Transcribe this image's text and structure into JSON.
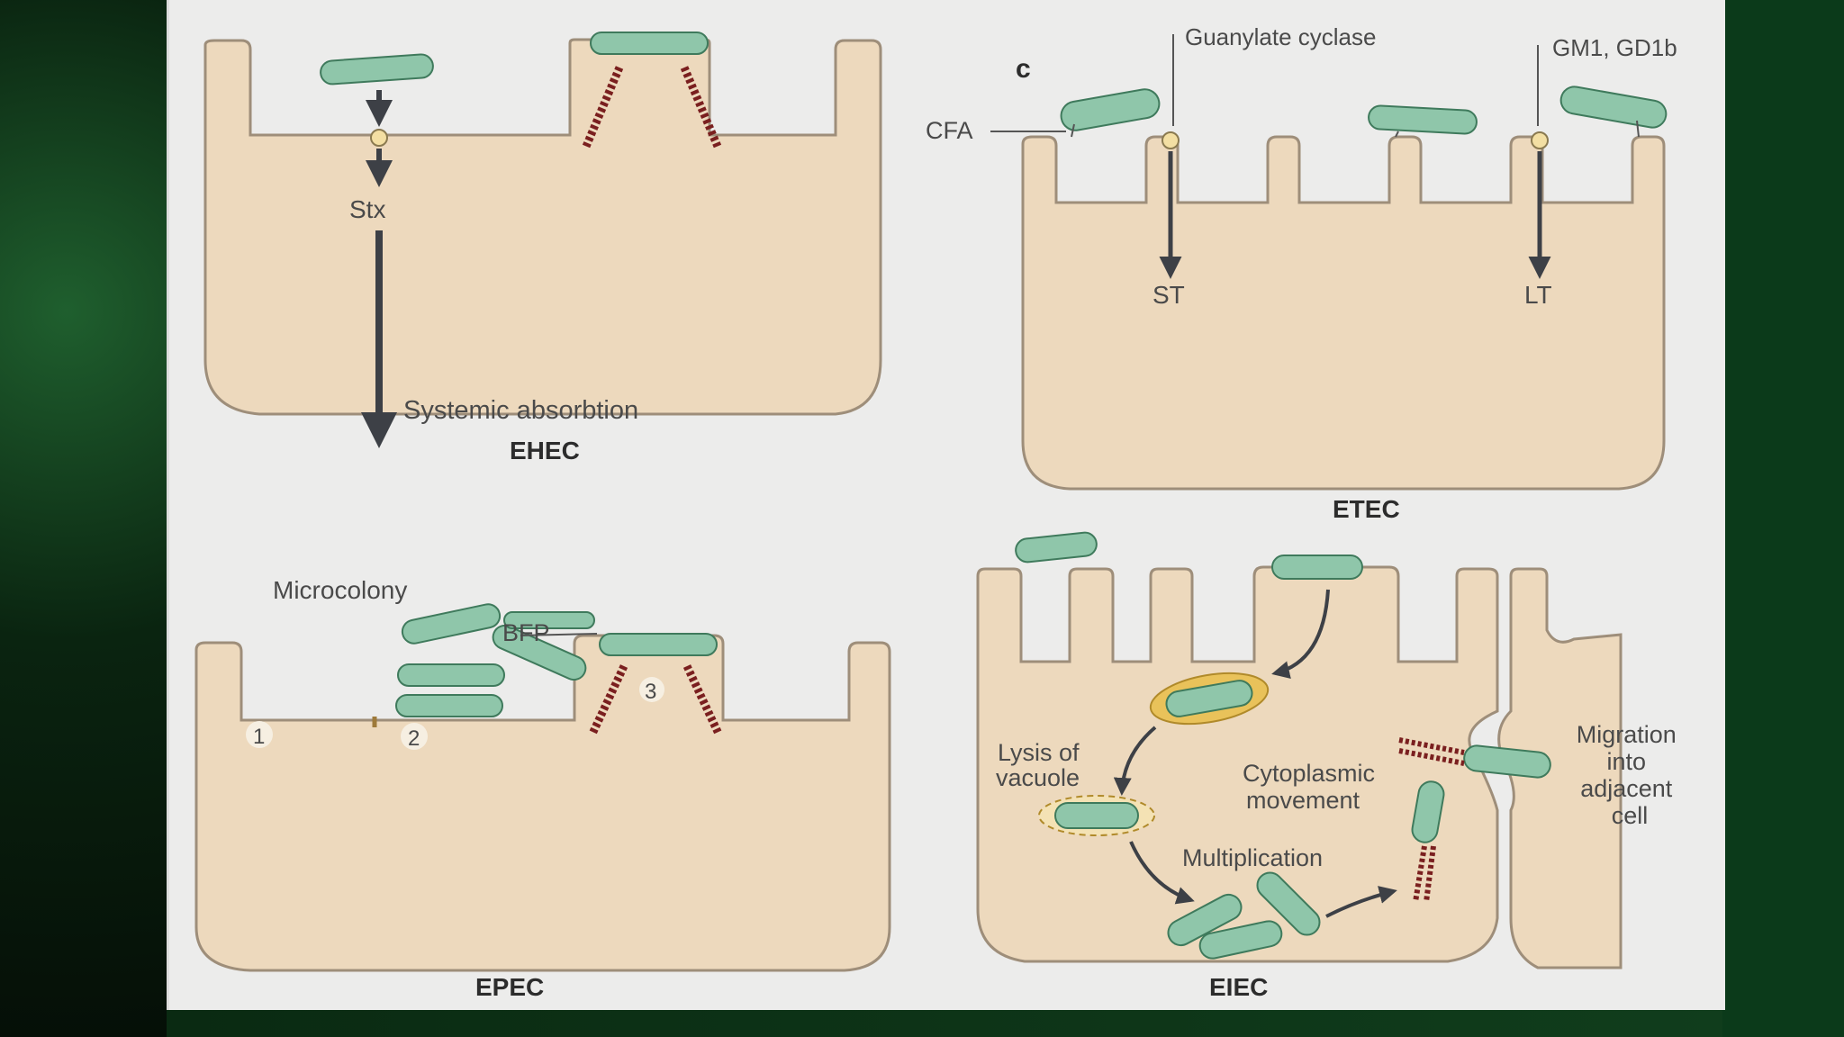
{
  "panels": {
    "ehec": {
      "title": "EHEC",
      "toxin_label": "Stx",
      "absorption_label": "Systemic absorbtion"
    },
    "etec": {
      "panel_letter": "c",
      "receptor1_label": "Guanylate cyclase",
      "receptor2_label": "GM1, GD1b",
      "cfa_label": "CFA",
      "toxin1_label": "ST",
      "toxin2_label": "LT",
      "title": "ETEC"
    },
    "epec": {
      "microcolony_label": "Microcolony",
      "bfp_label": "BFP",
      "step_labels": [
        "1",
        "2",
        "3"
      ],
      "title": "EPEC"
    },
    "eiec": {
      "lysis_label": "Lysis of vacuole",
      "cytoplasmic_label": "Cytoplasmic movement",
      "multiplication_label": "Multiplication",
      "migration_label": "Migration into adjacent cell",
      "title": "EIEC"
    }
  },
  "colors": {
    "cell": "#edd9bd",
    "cell_stroke": "#9e8e7a",
    "bacterium": "#8fc6aa",
    "bacterium_stroke": "#3f7a5c",
    "actin": "#7a1f1f",
    "arrow": "#3d4046",
    "vacuole": "#e9c25a"
  }
}
